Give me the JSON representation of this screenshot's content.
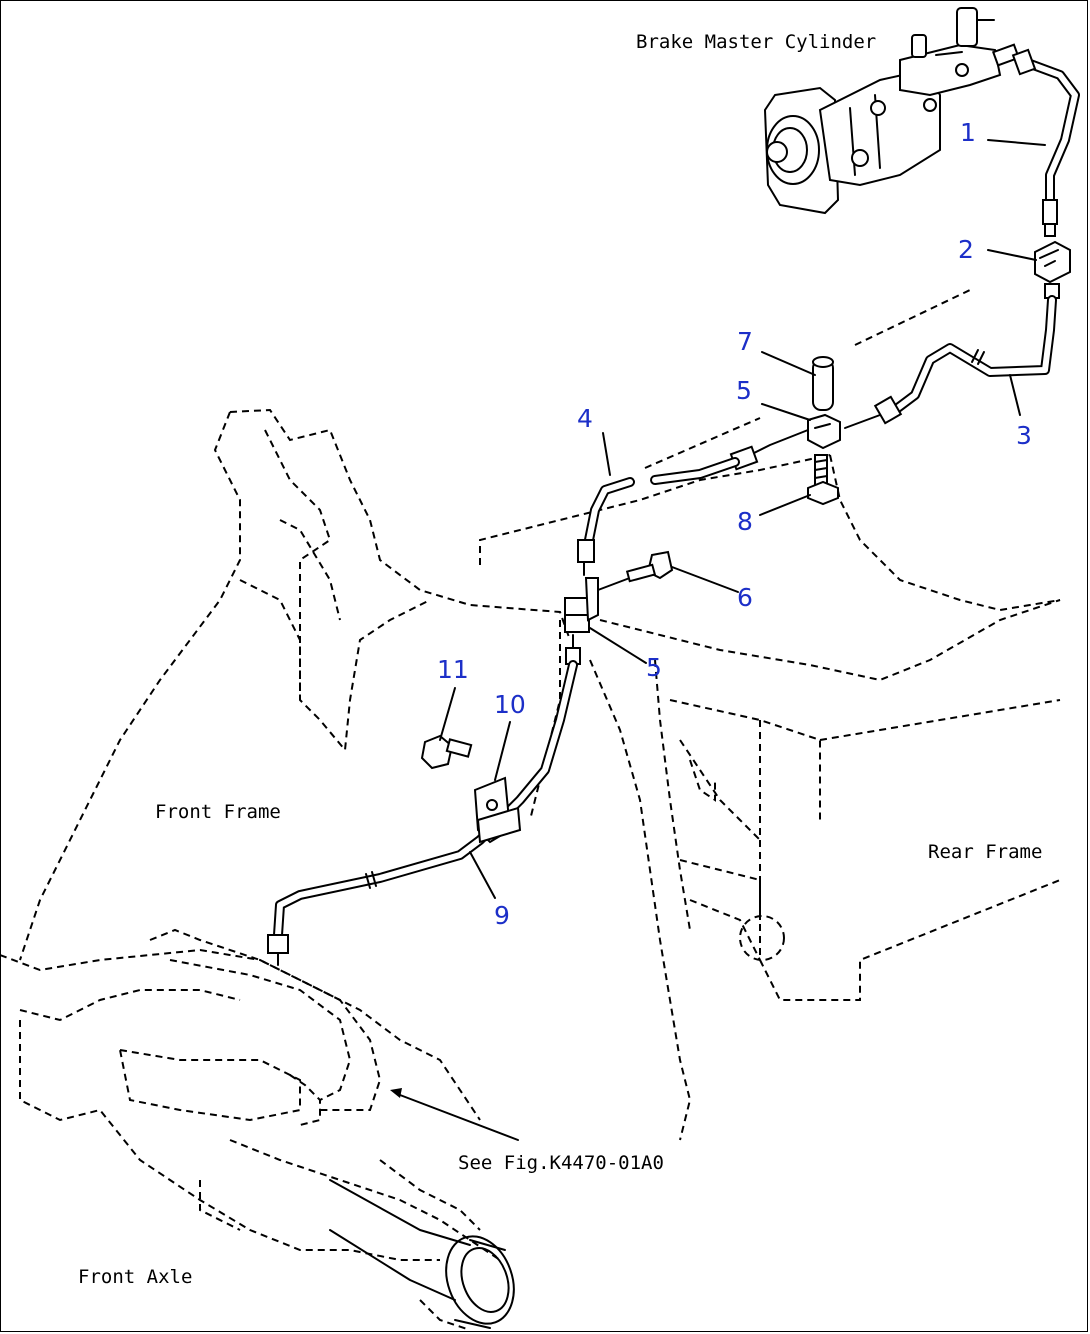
{
  "labels": {
    "brake_master_cylinder": "Brake Master Cylinder",
    "front_frame": "Front Frame",
    "rear_frame": "Rear Frame",
    "see_fig": "See Fig.K4470-01A0",
    "front_axle": "Front Axle"
  },
  "callouts": {
    "c1": "1",
    "c2": "2",
    "c3": "3",
    "c4": "4",
    "c5a": "5",
    "c5b": "5",
    "c6": "6",
    "c7": "7",
    "c8": "8",
    "c9": "9",
    "c10": "10",
    "c11": "11"
  },
  "colors": {
    "callout": "#1c2fc8",
    "line": "#000000"
  }
}
